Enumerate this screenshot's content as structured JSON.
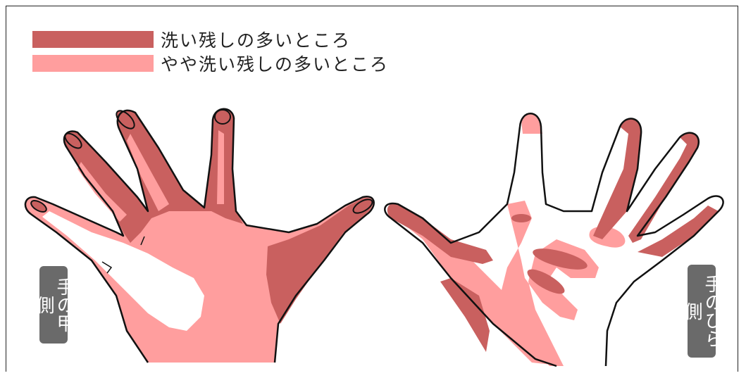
{
  "legend": {
    "items": [
      {
        "label": "洗い残しの多いところ",
        "color": "#c9605f"
      },
      {
        "label": "やや洗い残しの多いところ",
        "color": "#ff9e9e"
      }
    ]
  },
  "hands": {
    "back_label": "手の甲側",
    "palm_label": "手のひら側"
  },
  "colors": {
    "dark_area": "#c9605f",
    "light_area": "#ff9e9e",
    "skin_clean": "#ffffff",
    "outline": "#111111"
  }
}
